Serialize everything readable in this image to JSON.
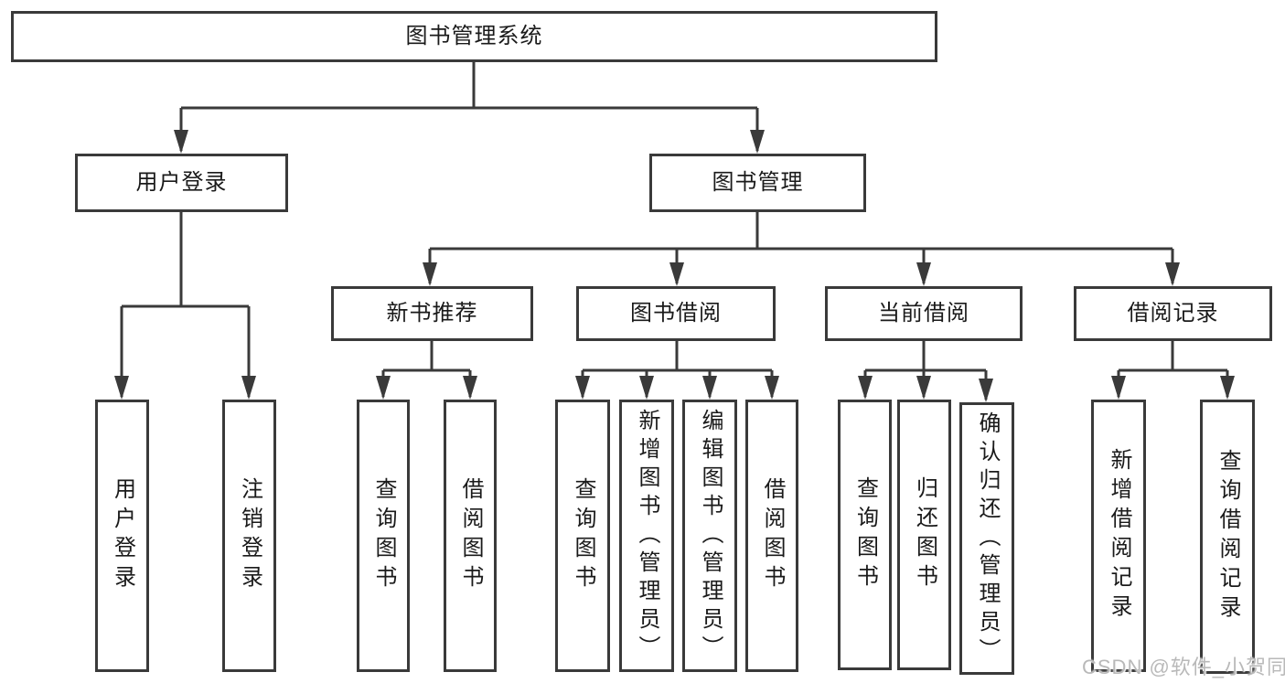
{
  "colors": {
    "line": "#3a3a3a",
    "box_border": "#3a3a3a",
    "text": "#1a1a1a",
    "watermark": "#b9b9b9",
    "background": "#ffffff"
  },
  "watermark": {
    "text": "CSDN @软件_小贺同学"
  },
  "tree": {
    "label": "图书管理系统",
    "children": [
      {
        "label": "用户登录",
        "children": [
          {
            "label": "用户登录"
          },
          {
            "label": "注销登录"
          }
        ]
      },
      {
        "label": "图书管理",
        "children": [
          {
            "label": "新书推荐",
            "children": [
              {
                "label": "查询图书"
              },
              {
                "label": "借阅图书"
              }
            ]
          },
          {
            "label": "图书借阅",
            "children": [
              {
                "label": "查询图书"
              },
              {
                "label": "新增图书（管理员）"
              },
              {
                "label": "编辑图书（管理员）"
              },
              {
                "label": "借阅图书"
              }
            ]
          },
          {
            "label": "当前借阅",
            "children": [
              {
                "label": "查询图书"
              },
              {
                "label": "归还图书"
              },
              {
                "label": "确认归还（管理员）"
              }
            ]
          },
          {
            "label": "借阅记录",
            "children": [
              {
                "label": "新增借阅记录"
              },
              {
                "label": "查询借阅记录"
              }
            ]
          }
        ]
      }
    ]
  }
}
